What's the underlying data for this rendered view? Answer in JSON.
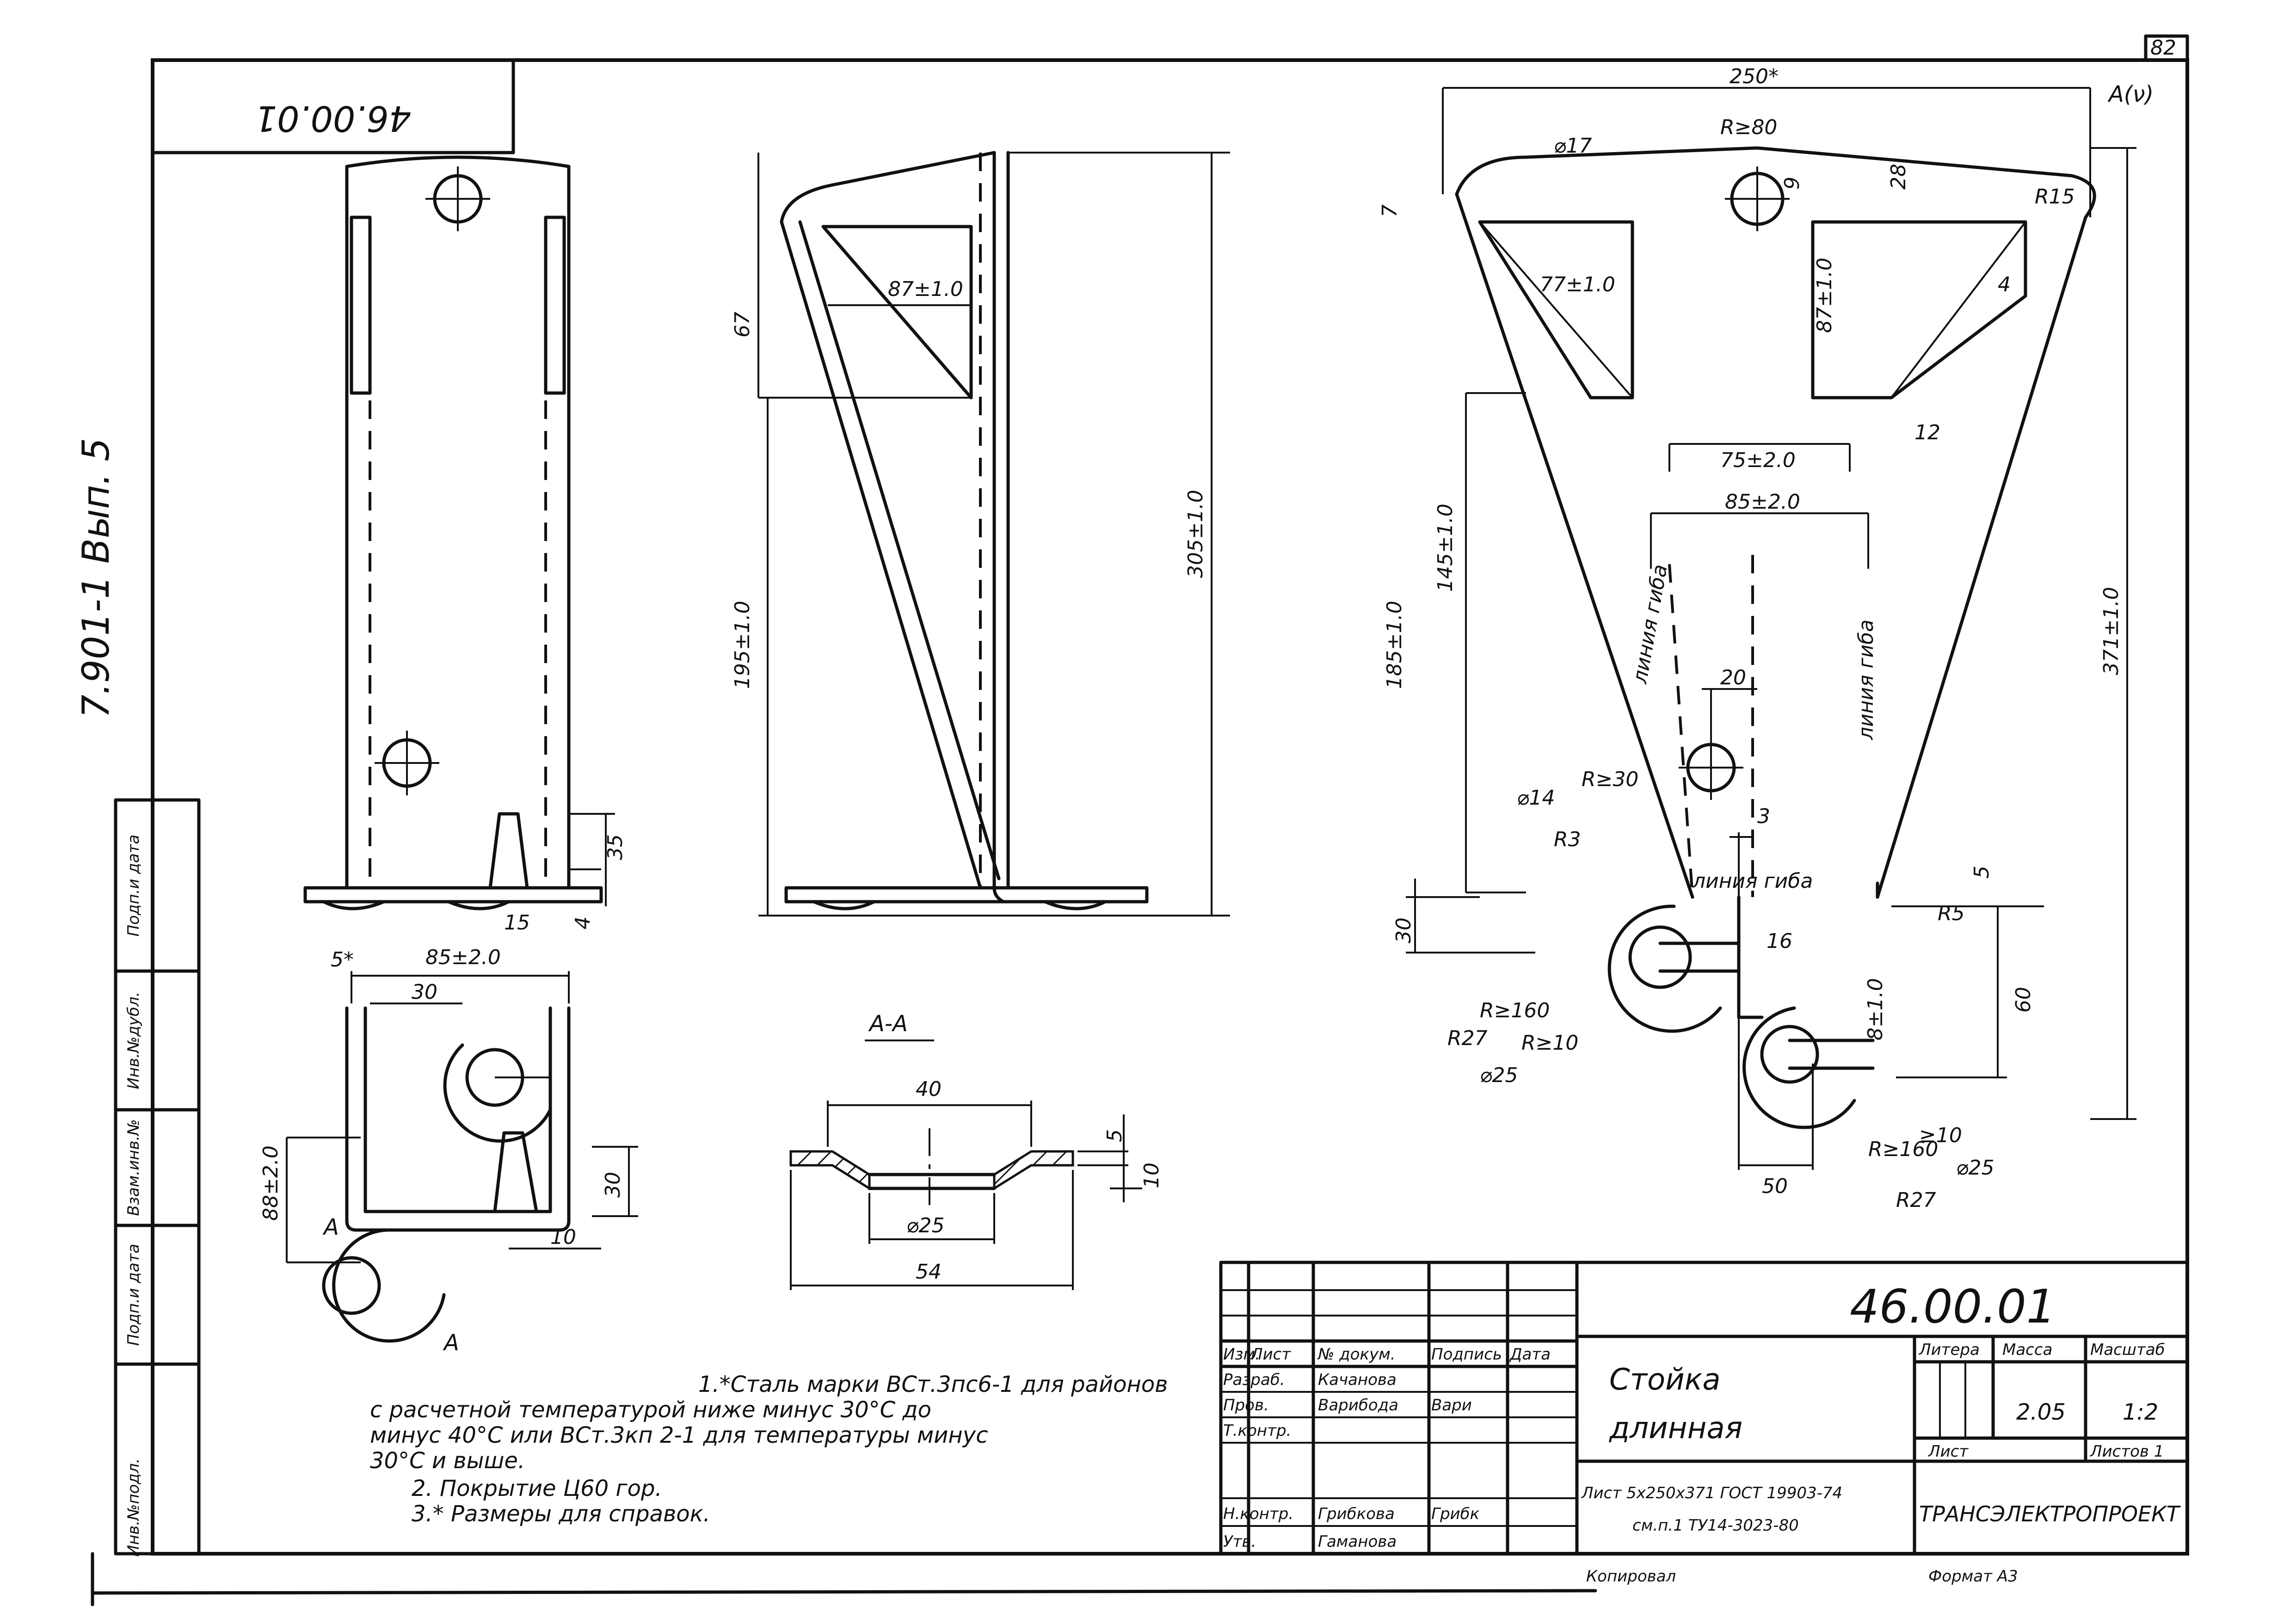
{
  "sheet": {
    "page_number": "82",
    "rotated_code": "46.00.01",
    "side_note": "7.901-1 Вып. 5",
    "margin_stamps": [
      "Инв.№подл.",
      "Подп.и дата",
      "Взам.инв.№",
      "Инв.№дубл.",
      "Подп.и дата"
    ],
    "view_a_label": "А(ν)",
    "section_label": "А-А",
    "section_mark": "А",
    "copied_by": "Копировал",
    "format": "Формат А3"
  },
  "dims": {
    "front_view": [
      "35",
      "15",
      "4"
    ],
    "top_view": [
      "5*",
      "85±2.0",
      "30",
      "88±2.0",
      "30",
      "10"
    ],
    "side_view": [
      "67",
      "87±1.0",
      "195±1.0",
      "305±1.0"
    ],
    "section": [
      "40",
      "5",
      "10",
      "⌀25",
      "54"
    ],
    "detail": [
      "250*",
      "⌀17",
      "R≥80",
      "9",
      "28",
      "R15",
      "7",
      "77±1.0",
      "87±1.0",
      "4",
      "12",
      "75±2.0",
      "85±2.0",
      "145±1.0",
      "185±1.0",
      "371±1.0",
      "20",
      "⌀14",
      "R≥30",
      "3",
      "R3",
      "5",
      "R5",
      "30",
      "16",
      "60",
      "8±1.0",
      "R≥160",
      "R27",
      "R≥10",
      "⌀25",
      "50",
      "R≥160",
      "≥10",
      "⌀25",
      "R27"
    ],
    "bend_lines": [
      "линия гиба",
      "линия гиба",
      "линия гиба"
    ]
  },
  "notes": [
    "1.*Сталь марки ВСт.3пс6-1 для районов",
    "с расчетной температурой ниже минус 30°С до",
    "минус 40°С или ВСт.3кп 2-1 для температуры минус",
    "30°С и выше.",
    "2. Покрытие Ц60 гор.",
    "3.* Размеры для справок."
  ],
  "title_block": {
    "code": "46.00.01",
    "name_line1": "Стойка",
    "name_line2": "длинная",
    "col_headers": [
      "Изм.",
      "Лист",
      "№ докум.",
      "Подпись",
      "Дата"
    ],
    "roles": [
      "Разраб.",
      "Пров.",
      "Т.контр.",
      "Н.контр.",
      "Утв."
    ],
    "people": [
      "Качанова",
      "Варибода",
      "",
      "Грибкова",
      "Гаманова"
    ],
    "signatures": [
      "",
      "Вари",
      "",
      "Грибк",
      ""
    ],
    "material": "Лист 5х250х371 ГОСТ 19903-74",
    "material_ref": "см.п.1 ТУ14-3023-80",
    "litera_label": "Литера",
    "mass_label": "Масса",
    "scale_label": "Масштаб",
    "mass": "2.05",
    "scale": "1:2",
    "sheet_label": "Лист",
    "sheets_label": "Листов 1",
    "organization": "ТРАНСЭЛЕКТРОПРОЕКТ"
  }
}
